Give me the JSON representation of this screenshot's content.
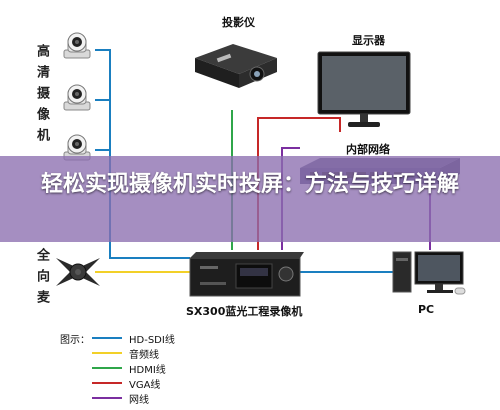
{
  "labels": {
    "hd_cameras": "高清摄像机",
    "omni_mic": "全向麦",
    "projector": "投影仪",
    "monitor": "显示器",
    "network": "内部网络",
    "recorder": "SX300蓝光工程录像机",
    "pc": "PC"
  },
  "banner": {
    "title": "轻松实现摄像机实时投屏：方法与技巧详解"
  },
  "legend": {
    "title": "图示：",
    "items": [
      {
        "label": "HD-SDI线",
        "color": "#1a7fc0"
      },
      {
        "label": "音频线",
        "color": "#f2d028"
      },
      {
        "label": "HDMI线",
        "color": "#2fa64a"
      },
      {
        "label": "VGA线",
        "color": "#c62828"
      },
      {
        "label": "网线",
        "color": "#7b2fa0"
      }
    ]
  },
  "colors": {
    "sdi": "#1a7fc0",
    "audio": "#f2d028",
    "hdmi": "#2fa64a",
    "vga": "#c62828",
    "net": "#7b2fa0"
  }
}
